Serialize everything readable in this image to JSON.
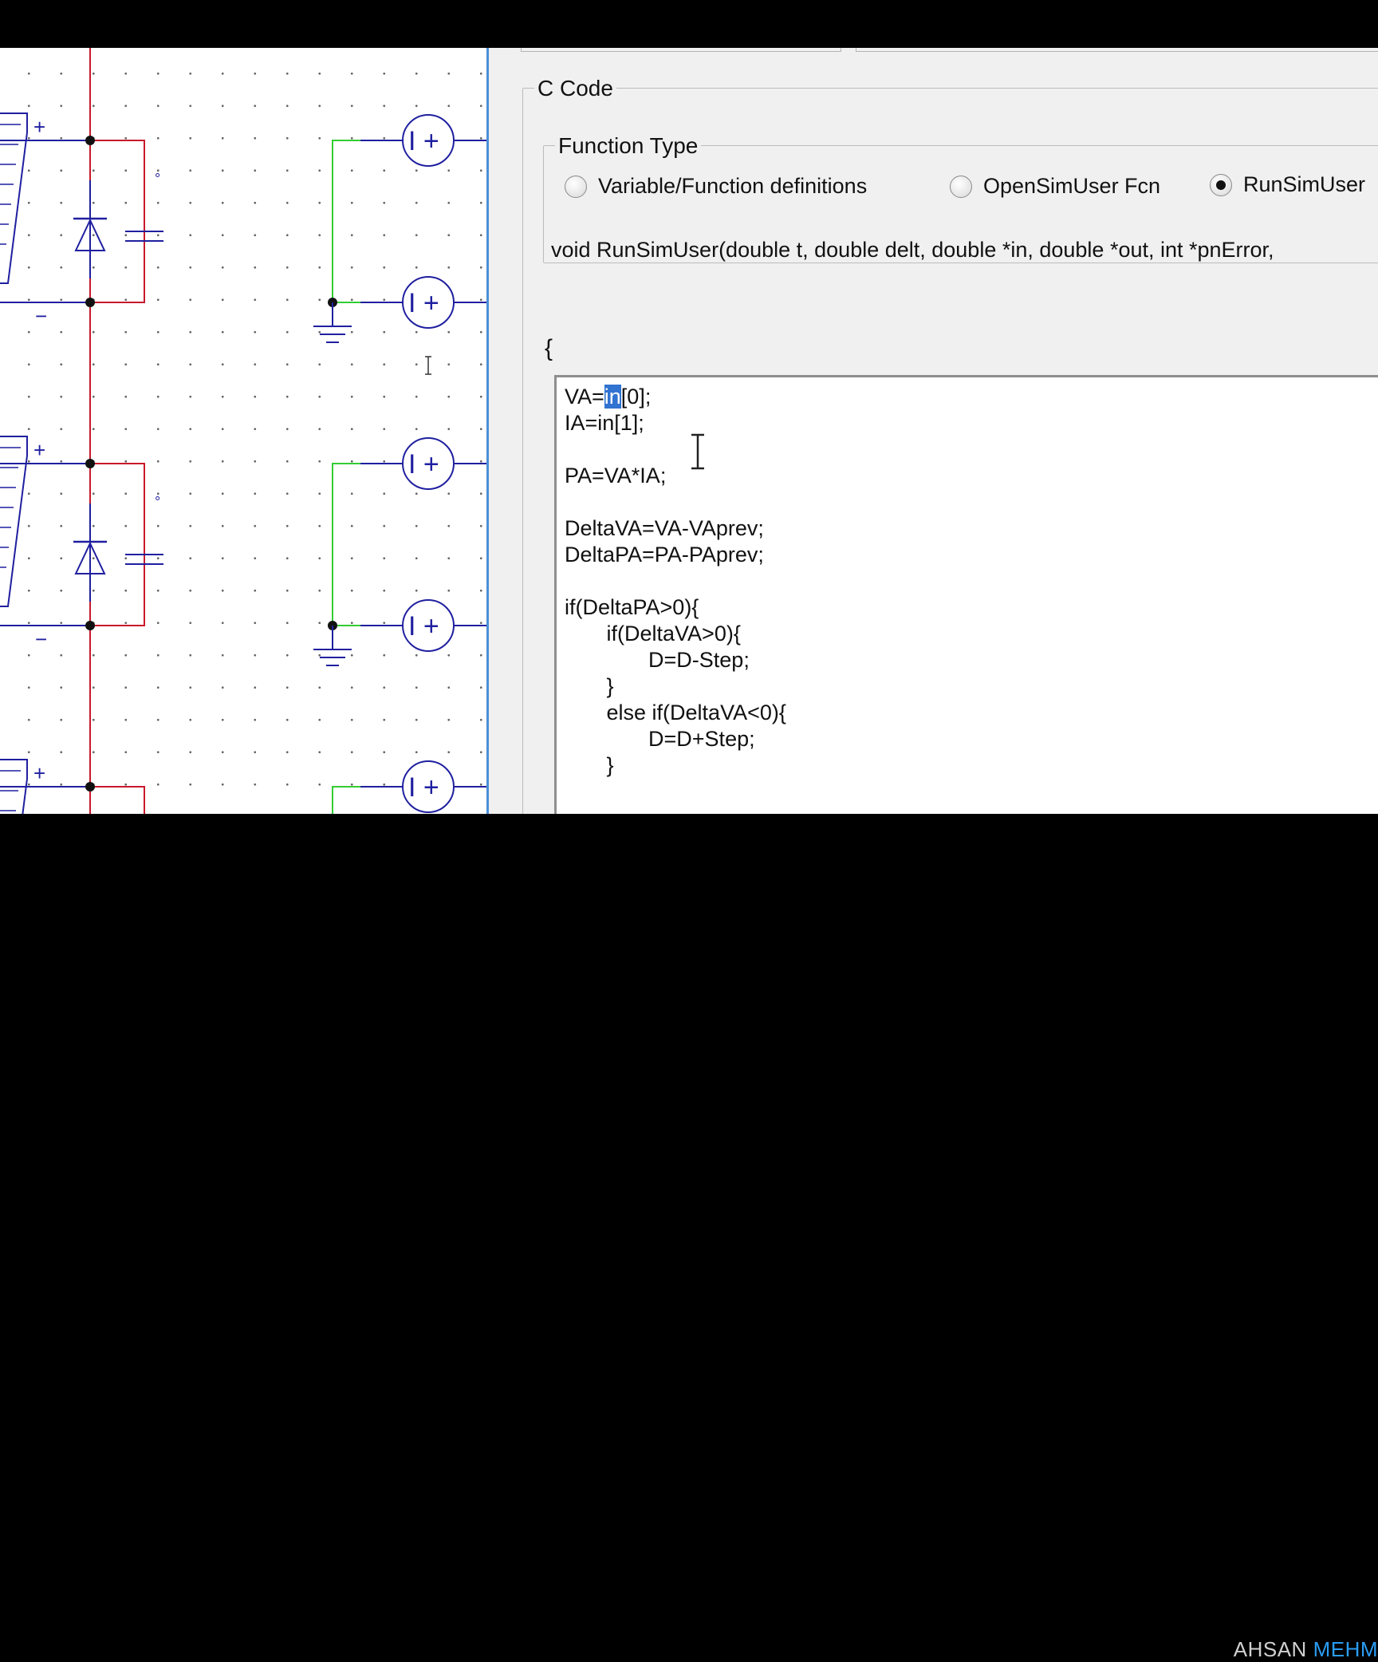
{
  "c_code_group": {
    "legend": "C Code"
  },
  "function_type": {
    "legend": "Function Type",
    "options": [
      {
        "label": "Variable/Function definitions",
        "checked": false
      },
      {
        "label": "OpenSimUser Fcn",
        "checked": false
      },
      {
        "label": "RunSimUser",
        "checked": true
      }
    ]
  },
  "signature": "void RunSimUser(double t, double delt, double *in, double *out, int *pnError,",
  "open_brace": "{",
  "code": {
    "line1_before": "VA=",
    "line1_selected": "in",
    "line1_after": "[0];",
    "lines": [
      "IA=in[1];",
      "",
      "PA=VA*IA;",
      "",
      "DeltaVA=VA-VAprev;",
      "DeltaPA=PA-PAprev;",
      "",
      "if(DeltaPA>0){",
      "       if(DeltaVA>0){",
      "              D=D-Step;",
      "       }",
      "       else if(DeltaVA<0){",
      "              D=D+Step;",
      "       }"
    ]
  },
  "schematic": {
    "plus_sign": "+",
    "minus_sign": "−",
    "dot_mark": "°",
    "source_label": "I +"
  },
  "watermark": {
    "first": "AHSAN ",
    "accent": "MEHM"
  },
  "colors": {
    "wire_blue": "#1f1fa0",
    "wire_red": "#c8192c",
    "wire_green": "#33cc33",
    "selection": "#3173d1",
    "watermark_accent": "#2a9df4"
  }
}
